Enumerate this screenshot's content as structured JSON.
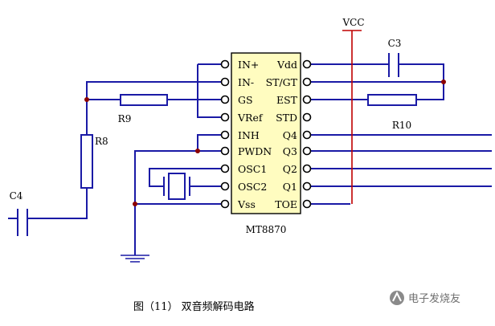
{
  "chip": {
    "name": "MT8870",
    "left_pins": [
      "IN+",
      "IN-",
      "GS",
      "VRef",
      "INH",
      "PWDN",
      "OSC1",
      "OSC2",
      "Vss"
    ],
    "right_pins": [
      "Vdd",
      "ST/GT",
      "EST",
      "STD",
      "Q4",
      "Q3",
      "Q2",
      "Q1",
      "TOE"
    ]
  },
  "labels": {
    "vcc": "VCC",
    "c3": "C3",
    "c4": "C4",
    "r8": "R8",
    "r9": "R9",
    "r10": "R10"
  },
  "caption": "图（11） 双音频解码电路",
  "watermark": "电子发烧友",
  "colors": {
    "wire": "#1a1aa6",
    "power": "#c00000",
    "chip_fill": "#fffcc0",
    "junction": "#8b0000"
  }
}
